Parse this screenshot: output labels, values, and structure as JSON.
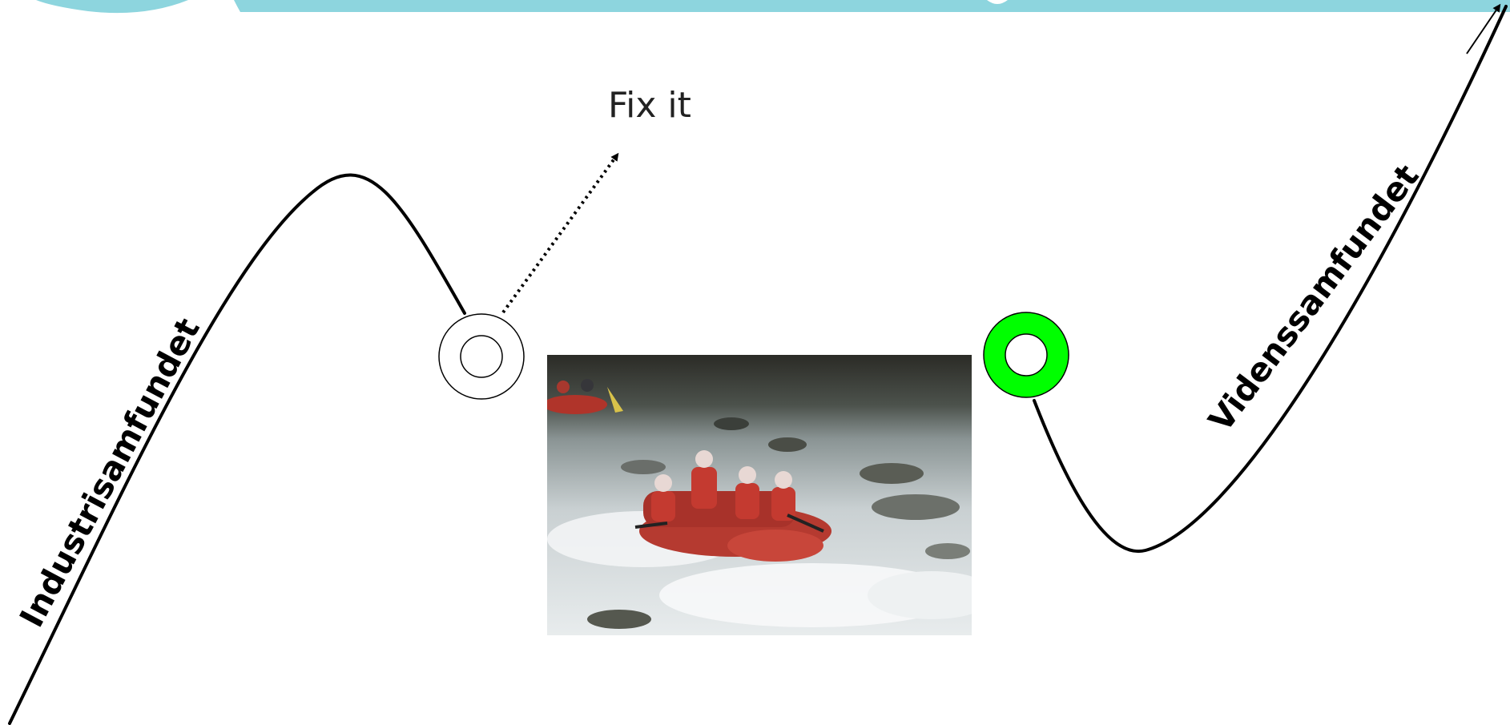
{
  "labels": {
    "fix_it": "Fix it",
    "left_curve": "Industrisamfundet",
    "right_curve": "Videnssamfundet"
  },
  "colors": {
    "banner": "#8dd5de",
    "curve": "#000000",
    "ring_left_fill": "#ffffff",
    "ring_right_fill": "#00ff00"
  },
  "photo": {
    "subject": "white-water-rafting-photo"
  }
}
